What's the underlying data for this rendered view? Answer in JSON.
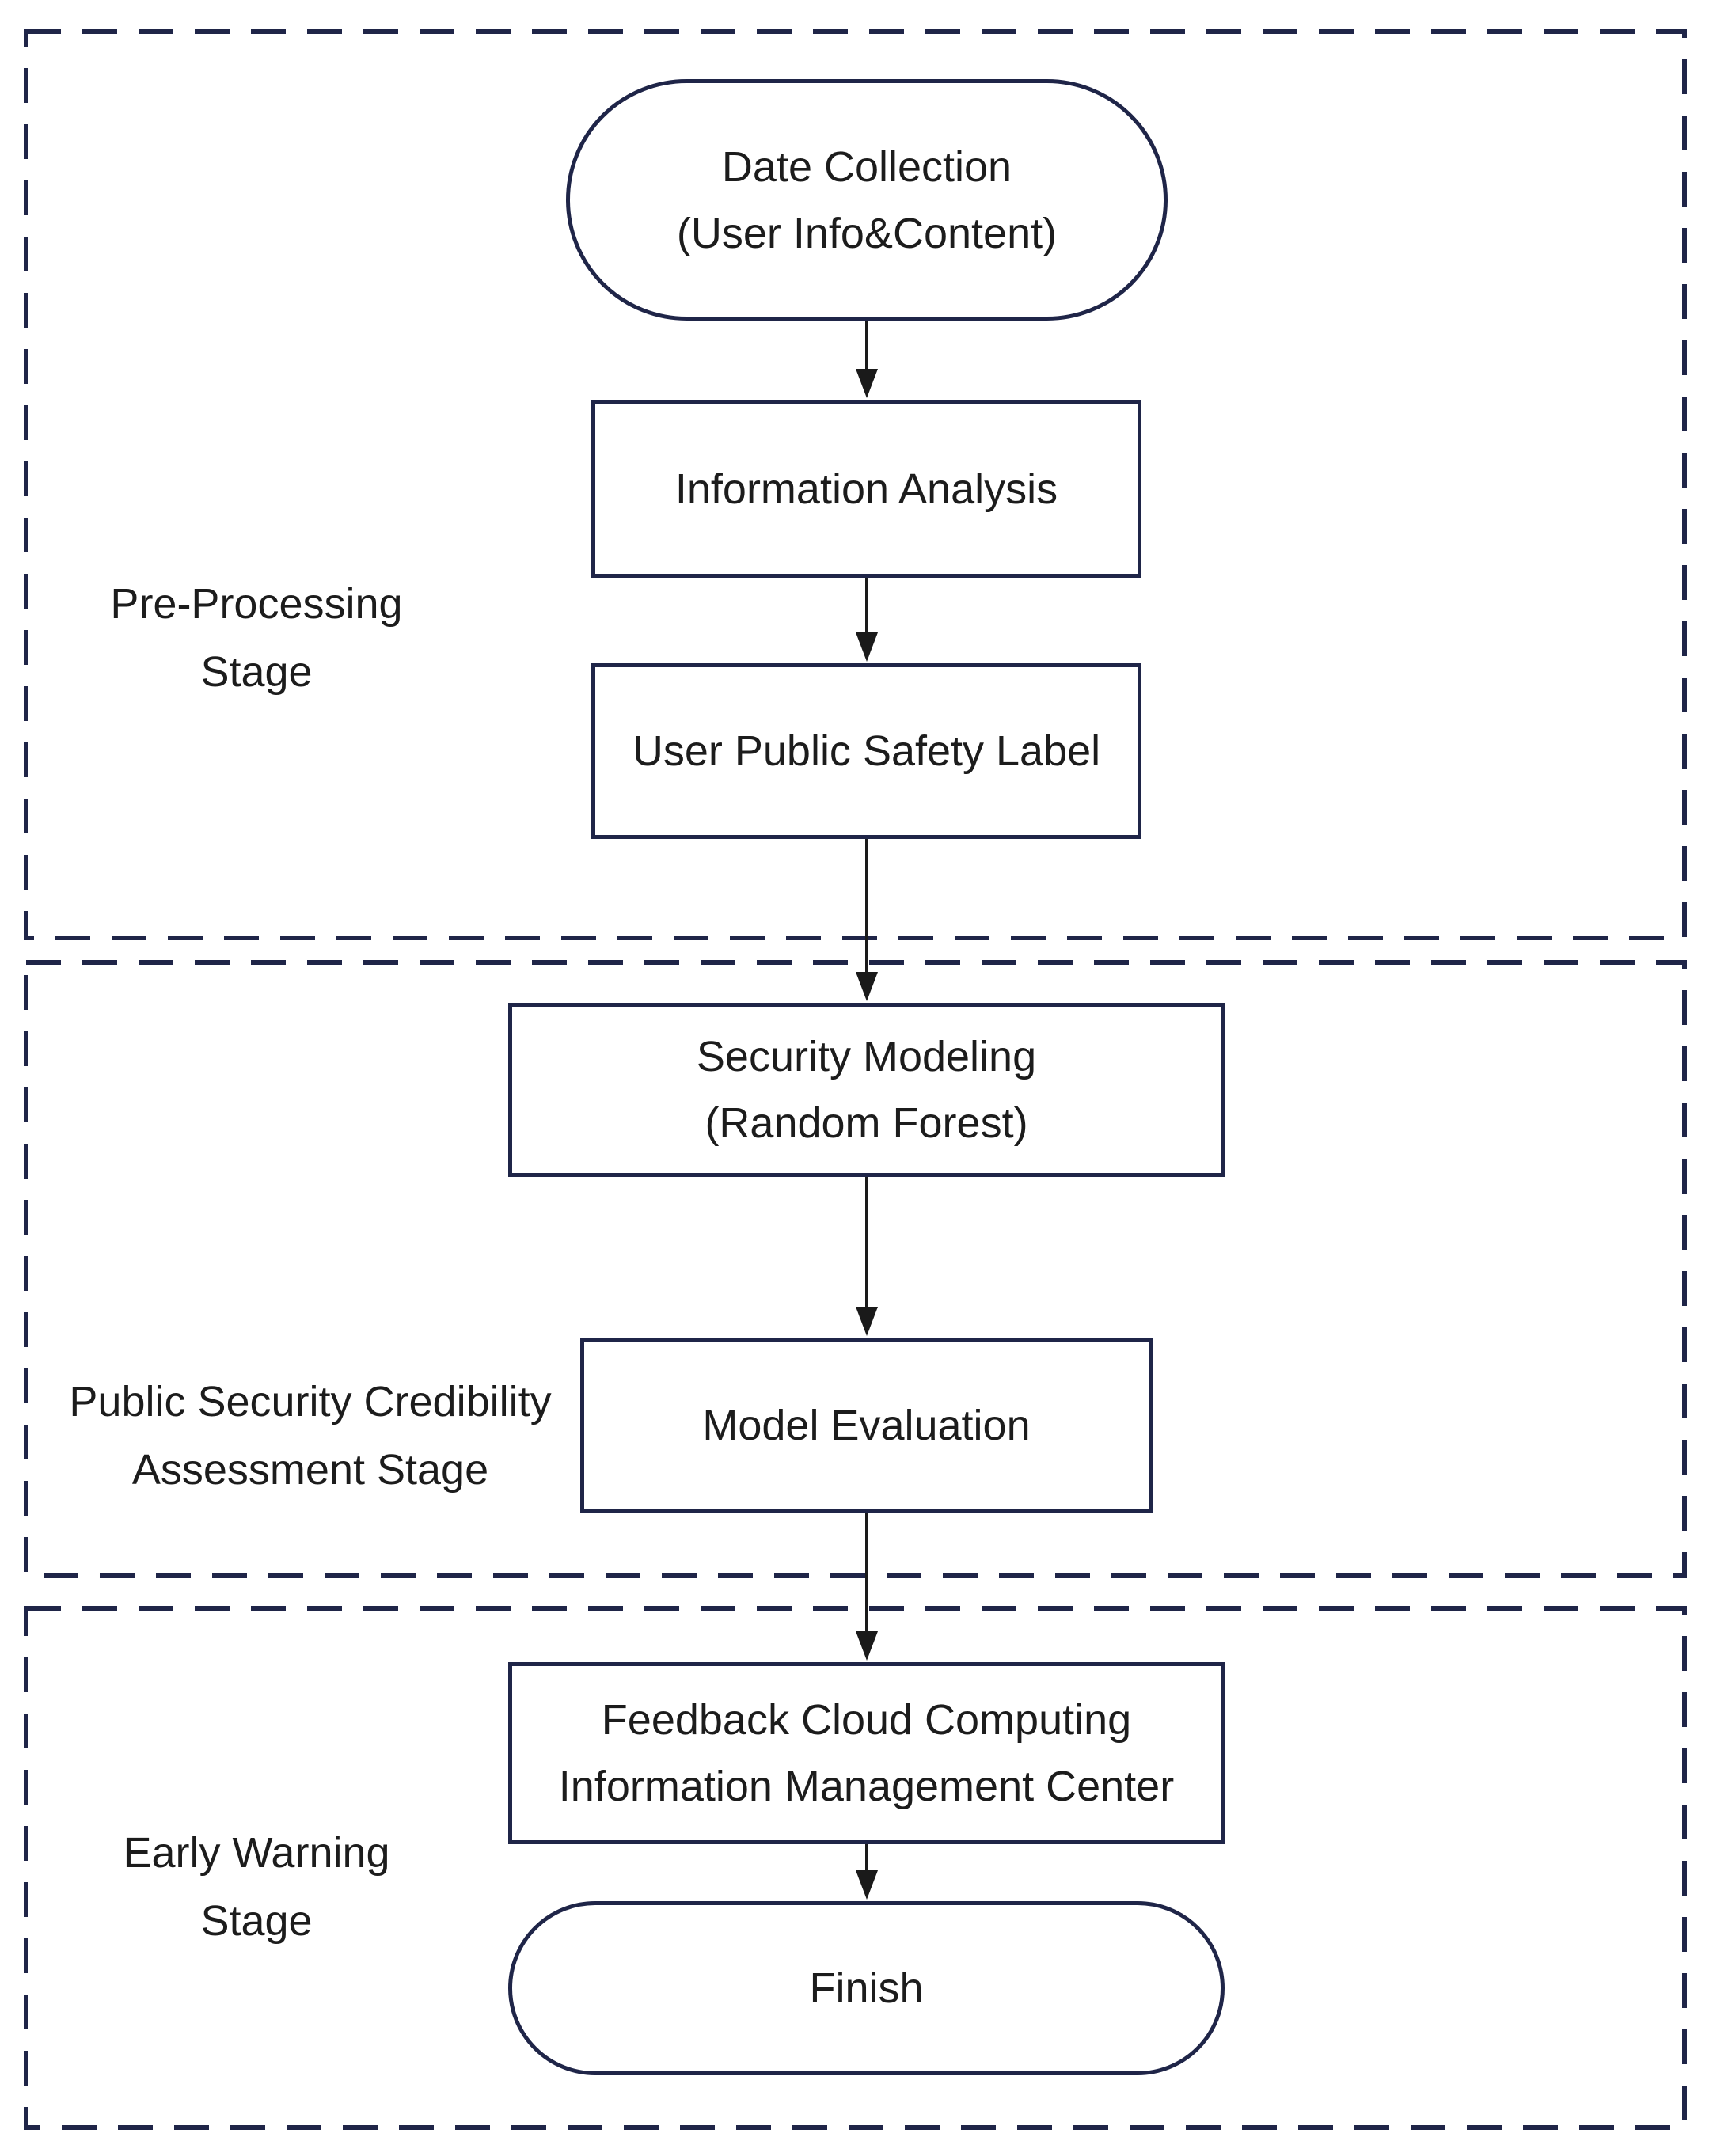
{
  "diagram": {
    "type": "flowchart",
    "colors": {
      "stage_border": "#1f2548",
      "node_border": "#1f2548",
      "arrow": "#1a1a1a",
      "text": "#1c1c1c",
      "background": "#ffffff"
    },
    "stages": [
      {
        "name": "pre-processing-stage",
        "lines": [
          "Pre-Processing",
          "Stage"
        ],
        "node_names": [
          "date-collection",
          "information-analysis",
          "user-public-safety-label"
        ]
      },
      {
        "name": "public-security-credibility-assessment-stage",
        "lines": [
          "Public Security Credibility",
          "Assessment Stage"
        ],
        "node_names": [
          "security-modeling",
          "model-evaluation"
        ]
      },
      {
        "name": "early-warning-stage",
        "lines": [
          "Early Warning",
          "Stage"
        ],
        "node_names": [
          "feedback-cloud-computing-information-management-center",
          "finish"
        ]
      }
    ],
    "nodes": [
      {
        "name": "date-collection",
        "shape": "stadium",
        "lines": [
          "Date Collection",
          "(User Info&Content)"
        ]
      },
      {
        "name": "information-analysis",
        "shape": "rect",
        "lines": [
          "Information Analysis"
        ]
      },
      {
        "name": "user-public-safety-label",
        "shape": "rect",
        "lines": [
          "User Public Safety Label"
        ]
      },
      {
        "name": "security-modeling",
        "shape": "rect",
        "lines": [
          "Security Modeling",
          "(Random Forest)"
        ]
      },
      {
        "name": "model-evaluation",
        "shape": "rect",
        "lines": [
          "Model Evaluation"
        ]
      },
      {
        "name": "feedback-cloud-computing-information-management-center",
        "shape": "rect",
        "lines": [
          "Feedback Cloud Computing",
          "Information Management Center"
        ]
      },
      {
        "name": "finish",
        "shape": "stadium",
        "lines": [
          "Finish"
        ]
      }
    ],
    "edges": [
      [
        "date-collection",
        "information-analysis"
      ],
      [
        "information-analysis",
        "user-public-safety-label"
      ],
      [
        "user-public-safety-label",
        "security-modeling"
      ],
      [
        "security-modeling",
        "model-evaluation"
      ],
      [
        "model-evaluation",
        "feedback-cloud-computing-information-management-center"
      ],
      [
        "feedback-cloud-computing-information-management-center",
        "finish"
      ]
    ]
  }
}
